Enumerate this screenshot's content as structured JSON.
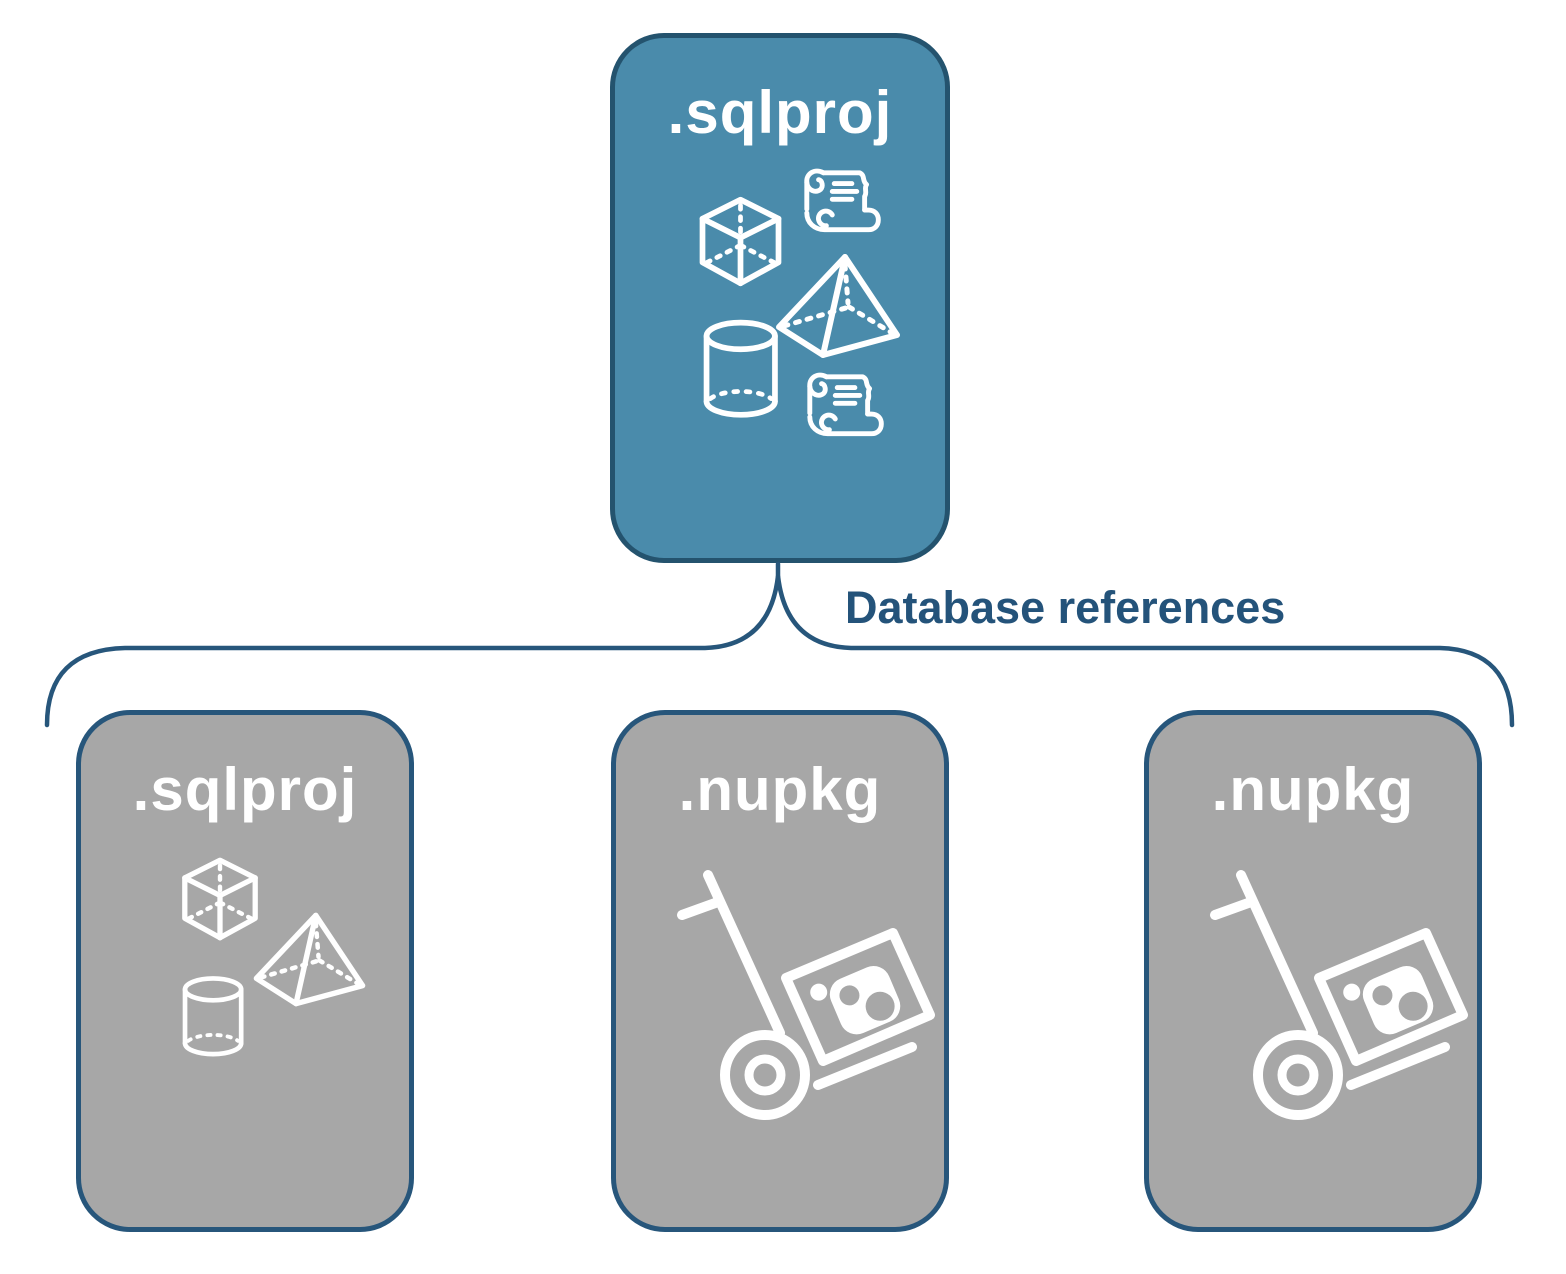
{
  "diagram": {
    "root_card": {
      "label": ".sqlproj",
      "icons": [
        "script-scroll-icon",
        "cube-icon",
        "pyramid-icon",
        "cylinder-database-icon",
        "script-scroll-icon"
      ]
    },
    "connector": {
      "label": "Database references",
      "shape": "curly-brace"
    },
    "reference_cards": [
      {
        "label": ".sqlproj",
        "icons": [
          "cube-icon",
          "pyramid-icon",
          "cylinder-database-icon"
        ]
      },
      {
        "label": ".nupkg",
        "icons": [
          "handtruck-nuget-package-icon"
        ]
      },
      {
        "label": ".nupkg",
        "icons": [
          "handtruck-nuget-package-icon"
        ]
      }
    ],
    "colors": {
      "root_fill": "#4a8bab",
      "root_border": "#24536e",
      "ref_fill": "#a7a7a7",
      "ref_border": "#27567b",
      "connector_stroke": "#27567b",
      "connector_text": "#24537a",
      "icon_stroke": "#ffffff",
      "background": "#ffffff"
    }
  }
}
